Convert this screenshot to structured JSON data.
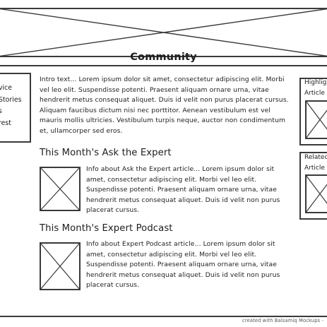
{
  "header": {
    "banner_image": "placeholder-image-icon",
    "title": "Community"
  },
  "left_nav": {
    "items": [
      "vice",
      "Stories",
      "s",
      "rest"
    ]
  },
  "intro": {
    "text": "Intro text... Lorem ipsum dolor sit amet, consectetur adipiscing elit. Morbi vel leo elit. Suspendisse potenti. Praesent aliquam ornare urna, vitae hendrerit metus consequat aliquet. Duis id velit non purus placerat cursus. Aliquam faucibus dictum nisi nec porttitor. Aenean vestibulum est vel mauris mollis ultricies. Vestibulum turpis neque, auctor non condimentum et, ullamcorper sed eros."
  },
  "ask_expert": {
    "heading": "This Month's Ask the Expert",
    "text": "Info about Ask the Expert article... Lorem ipsum dolor sit amet, consectetur adipiscing elit. Morbi vel leo elit. Suspendisse potenti. Praesent aliquam ornare urna, vitae hendrerit metus consequat aliquet. Duis id velit non purus placerat cursus."
  },
  "podcast": {
    "heading": "This Month's Expert Podcast",
    "text": "Info about Expert Podcast article... Lorem ipsum dolor sit amet, consectetur adipiscing elit. Morbi vel leo elit. Suspendisse potenti. Praesent aliquam ornare urna, vitae hendrerit metus consequat aliquet. Duis id velit non purus placerat cursus."
  },
  "right_sidebar": {
    "highlight": {
      "line1": "Highlig",
      "line2": "Article"
    },
    "related": {
      "line1": "Related",
      "line2": "Article"
    }
  },
  "footer": {
    "credit": "created with Balsamiq Mockups -"
  },
  "colors": {
    "line": "#3a3a3a",
    "text": "#1e1e1e"
  }
}
